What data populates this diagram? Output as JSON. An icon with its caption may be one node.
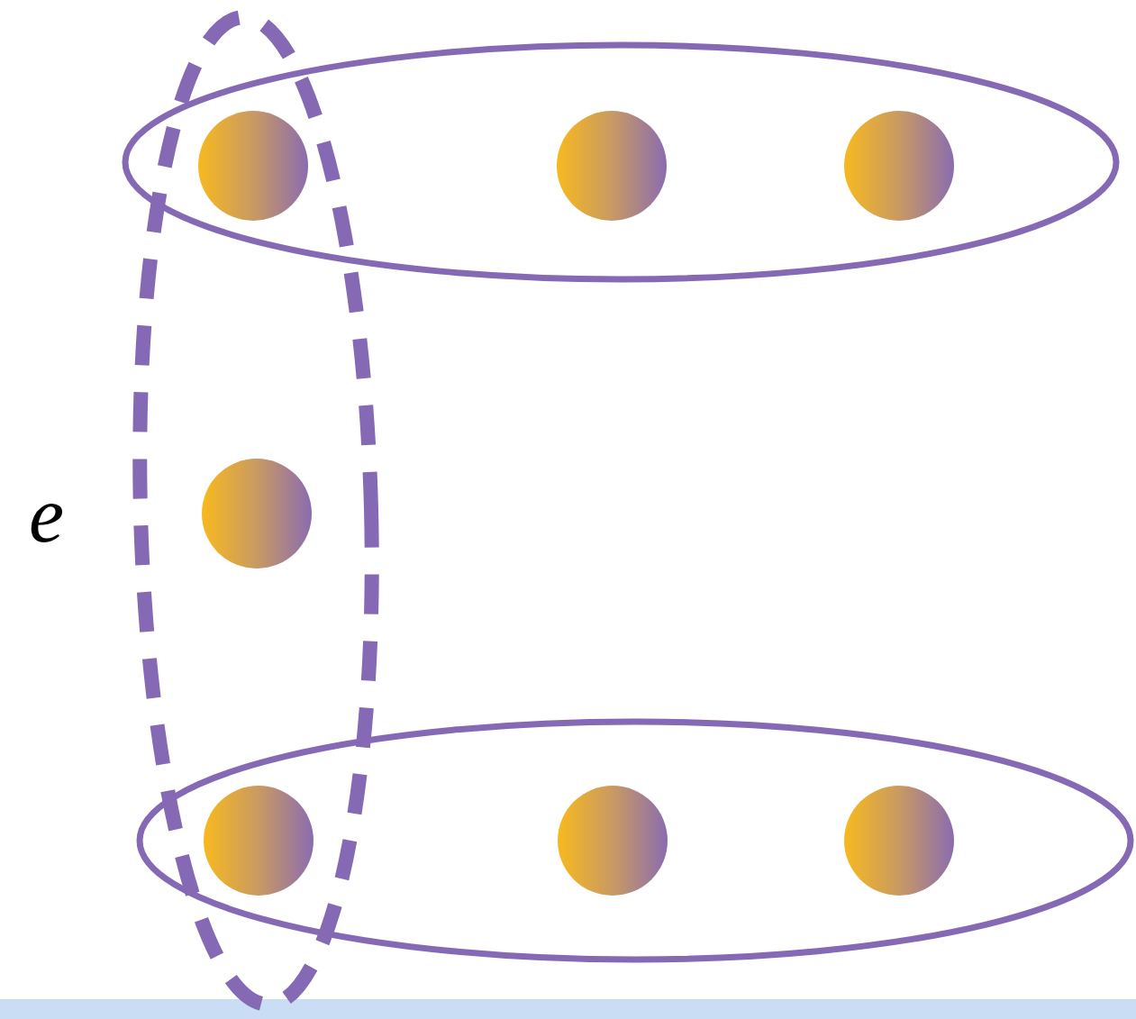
{
  "diagram": {
    "nodes": [
      {
        "text": [],
        "shape": "circle"
      },
      {
        "text": [],
        "shape": "circle"
      },
      {
        "text": [],
        "shape": "circle"
      },
      {
        "text": [],
        "shape": "circle"
      },
      {
        "text": [],
        "shape": "circle"
      },
      {
        "text": [],
        "shape": "circle"
      },
      {
        "text": [],
        "shape": "circle"
      }
    ],
    "labels": [
      "e"
    ]
  }
}
